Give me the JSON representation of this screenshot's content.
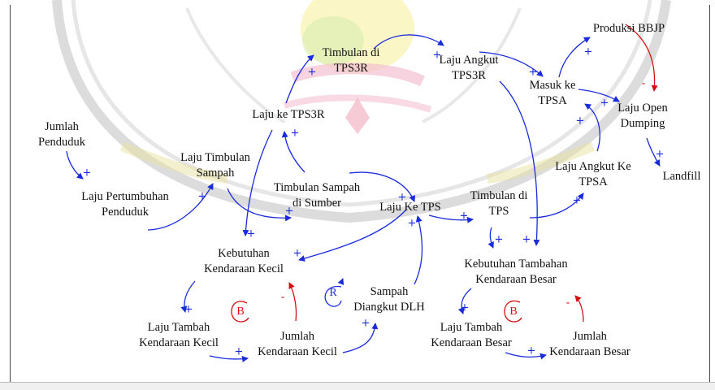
{
  "colors": {
    "positive": "#1a2bdc",
    "negative": "#d11111",
    "text": "#111111"
  },
  "nodes": {
    "jumlah_penduduk": "Jumlah\nPenduduk",
    "laju_pertumbuhan_penduduk": "Laju Pertumbuhan\nPenduduk",
    "laju_timbulan_sampah": "Laju Timbulan\nSampah",
    "timbulan_sampah_sumber": "Timbulan Sampah\ndi Sumber",
    "laju_ke_tps3r": "Laju ke TPS3R",
    "timbulan_tps3r": "Timbulan di\nTPS3R",
    "laju_angkut_tps3r": "Laju Angkut\nTPS3R",
    "masuk_tpsa": "Masuk ke\nTPSA",
    "produksi_bbjp": "Produksi BBJP",
    "laju_open_dumping": "Laju Open\nDumping",
    "landfill": "Landfill",
    "laju_angkut_tpsa": "Laju Angkut Ke\nTPSA",
    "timbulan_tps": "Timbulan di\nTPS",
    "laju_ke_tps": "Laju Ke TPS",
    "kebutuhan_kend_kecil": "Kebutuhan\nKendaraan Kecil",
    "kebutuhan_kend_besar": "Kebutuhan Tambahan\nKendaraan Besar",
    "laju_tambah_kecil": "Laju Tambah\nKendaraan Kecil",
    "jumlah_kend_kecil": "Jumlah\nKendaraan Kecil",
    "sampah_diangkut_dlh": "Sampah\nDiangkut DLH",
    "laju_tambah_besar": "Laju Tambah\nKendaraan Besar",
    "jumlah_kend_besar": "Jumlah\nKendaraan Besar"
  },
  "polarity": {
    "plus": "+",
    "minus": "-"
  },
  "loops": {
    "balancing": "B",
    "reinforcing": "R"
  }
}
